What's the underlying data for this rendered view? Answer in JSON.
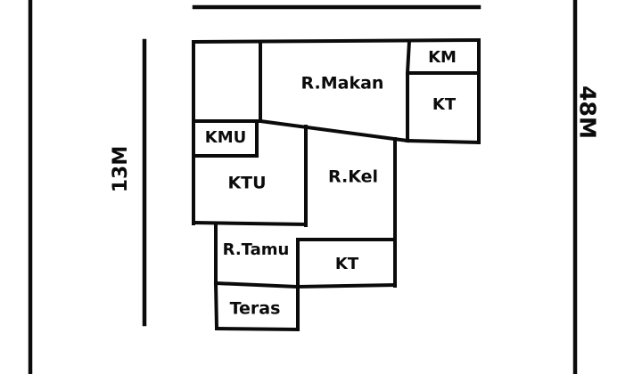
{
  "floor_plan": {
    "title": "house-floor-plan",
    "background_color": "#ffffff",
    "line_color": "#0b0b0b",
    "rooms": {
      "r_makan": "R.Makan",
      "km": "KM",
      "kt_top": "KT",
      "kmu": "KMU",
      "ktu": "KTU",
      "r_kel": "R.Kel",
      "r_tamu": "R.Tamu",
      "kt_bottom": "KT",
      "teras": "Teras"
    },
    "dimensions": {
      "left": "13M",
      "right": "48M"
    }
  }
}
